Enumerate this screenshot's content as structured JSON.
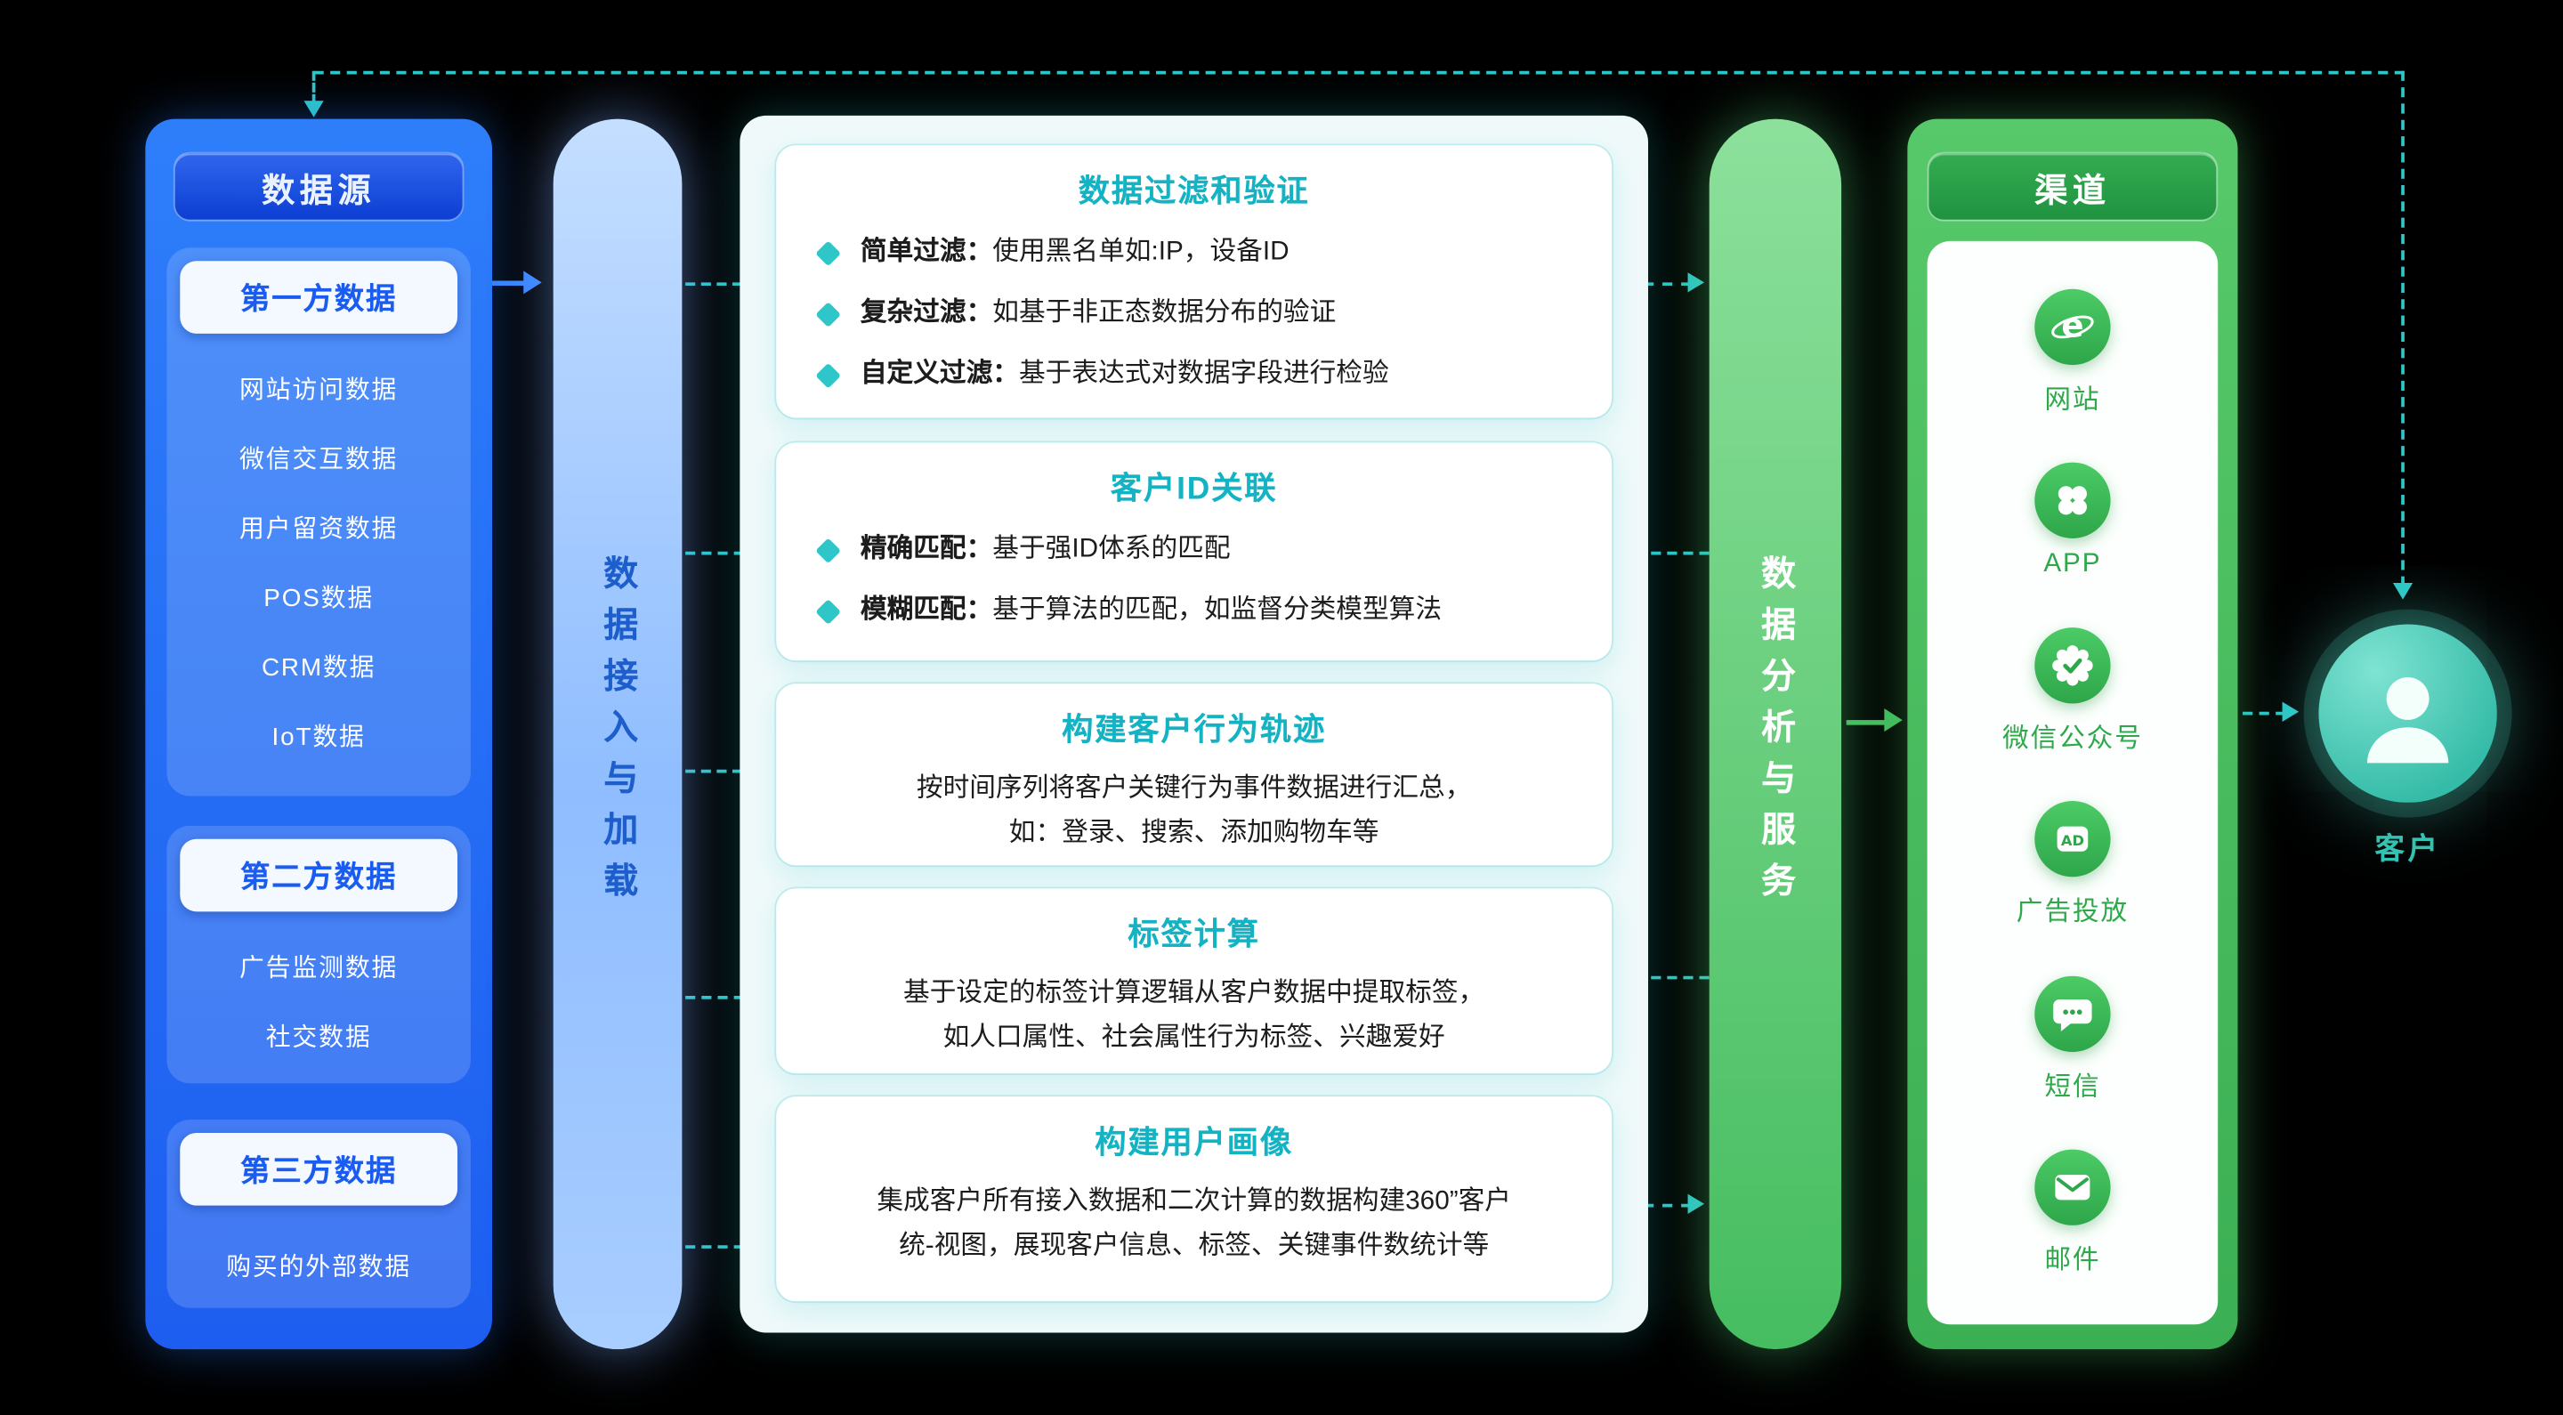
{
  "colors": {
    "accent_teal": "#2EC6C8",
    "accent_blue": "#3C86FF",
    "accent_green": "#43BD5E"
  },
  "data_sources": {
    "title": "数据源",
    "groups": [
      {
        "header": "第一方数据",
        "items": [
          "网站访问数据",
          "微信交互数据",
          "用户留资数据",
          "POS数据",
          "CRM数据",
          "IoT数据"
        ]
      },
      {
        "header": "第二方数据",
        "items": [
          "广告监测数据",
          "社交数据"
        ]
      },
      {
        "header": "第三方数据",
        "items": [
          "购买的外部数据"
        ]
      }
    ]
  },
  "ingest_bar": {
    "label": "数据接入与加载"
  },
  "processing": {
    "boxes": [
      {
        "title": "数据过滤和验证",
        "bullets": [
          {
            "label": "简单过滤：",
            "text": "使用黑名单如:IP，设备ID"
          },
          {
            "label": "复杂过滤：",
            "text": "如基于非正态数据分布的验证"
          },
          {
            "label": "自定义过滤：",
            "text": "基于表达式对数据字段进行检验"
          }
        ]
      },
      {
        "title": "客户ID关联",
        "bullets": [
          {
            "label": "精确匹配：",
            "text": "基于强ID体系的匹配"
          },
          {
            "label": "模糊匹配：",
            "text": "基于算法的匹配，如监督分类模型算法"
          }
        ]
      },
      {
        "title": "构建客户行为轨迹",
        "body": "按时间序列将客户关键行为事件数据进行汇总，\n如：登录、搜索、添加购物车等"
      },
      {
        "title": "标签计算",
        "body": "基于设定的标签计算逻辑从客户数据中提取标签，\n如人口属性、社会属性行为标签、兴趣爱好"
      },
      {
        "title": "构建用户画像",
        "body": "集成客户所有接入数据和二次计算的数据构建360”客户\n统-视图，展现客户信息、标签、关键事件数统计等"
      }
    ]
  },
  "analysis_bar": {
    "label": "数据分析与服务"
  },
  "channels": {
    "title": "渠道",
    "items": [
      {
        "icon": "browser-icon",
        "label": "网站"
      },
      {
        "icon": "app-grid-icon",
        "label": "APP"
      },
      {
        "icon": "wechat-official-icon",
        "label": "微信公众号"
      },
      {
        "icon": "ad-icon",
        "label": "广告投放"
      },
      {
        "icon": "sms-icon",
        "label": "短信"
      },
      {
        "icon": "mail-icon",
        "label": "邮件"
      }
    ]
  },
  "customer": {
    "label": "客户"
  }
}
